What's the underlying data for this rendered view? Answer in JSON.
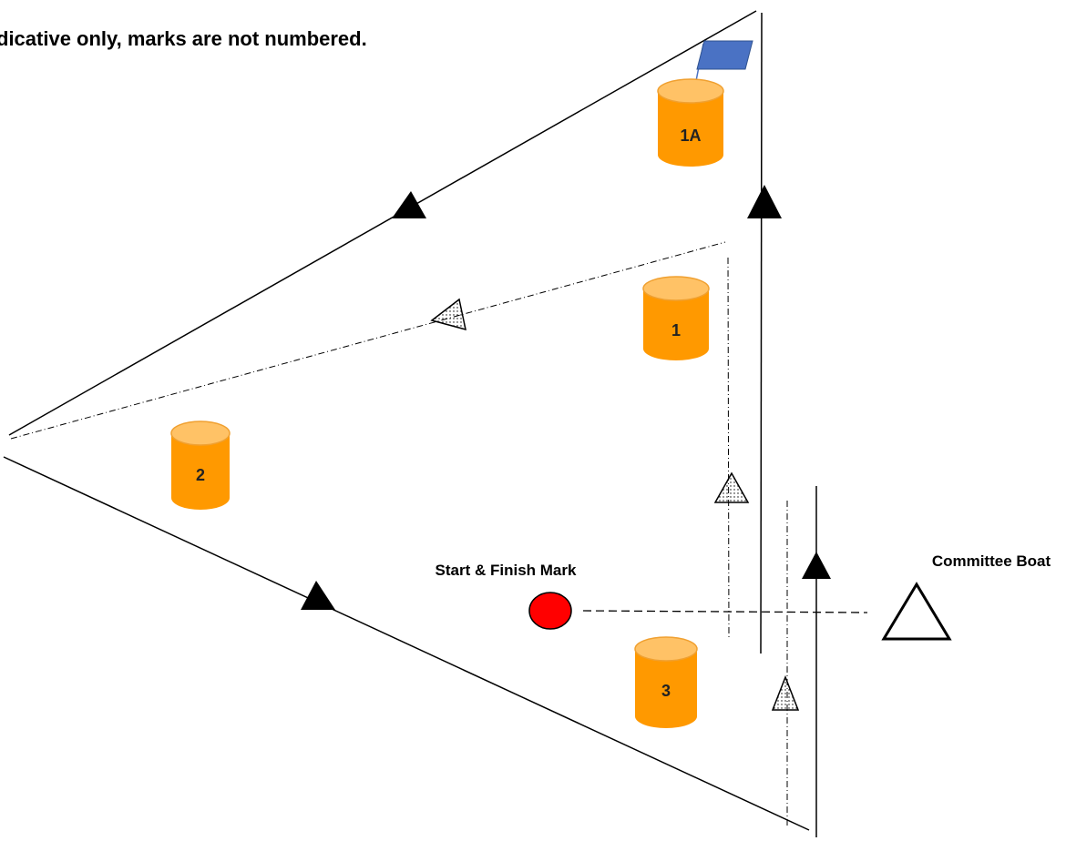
{
  "note": "dicative only, marks are not numbered.",
  "labels": {
    "start_finish": "Start & Finish Mark",
    "committee_boat": "Committee Boat"
  },
  "buoys": [
    {
      "id": "1A",
      "label": "1A"
    },
    {
      "id": "1",
      "label": "1"
    },
    {
      "id": "2",
      "label": "2"
    },
    {
      "id": "3",
      "label": "3"
    }
  ],
  "colors": {
    "buoy_body": "#ff9900",
    "buoy_top": "#ffc266",
    "buoy_edge": "#f0a030",
    "start_mark": "#ff0000",
    "flag": "#4a72c4"
  }
}
